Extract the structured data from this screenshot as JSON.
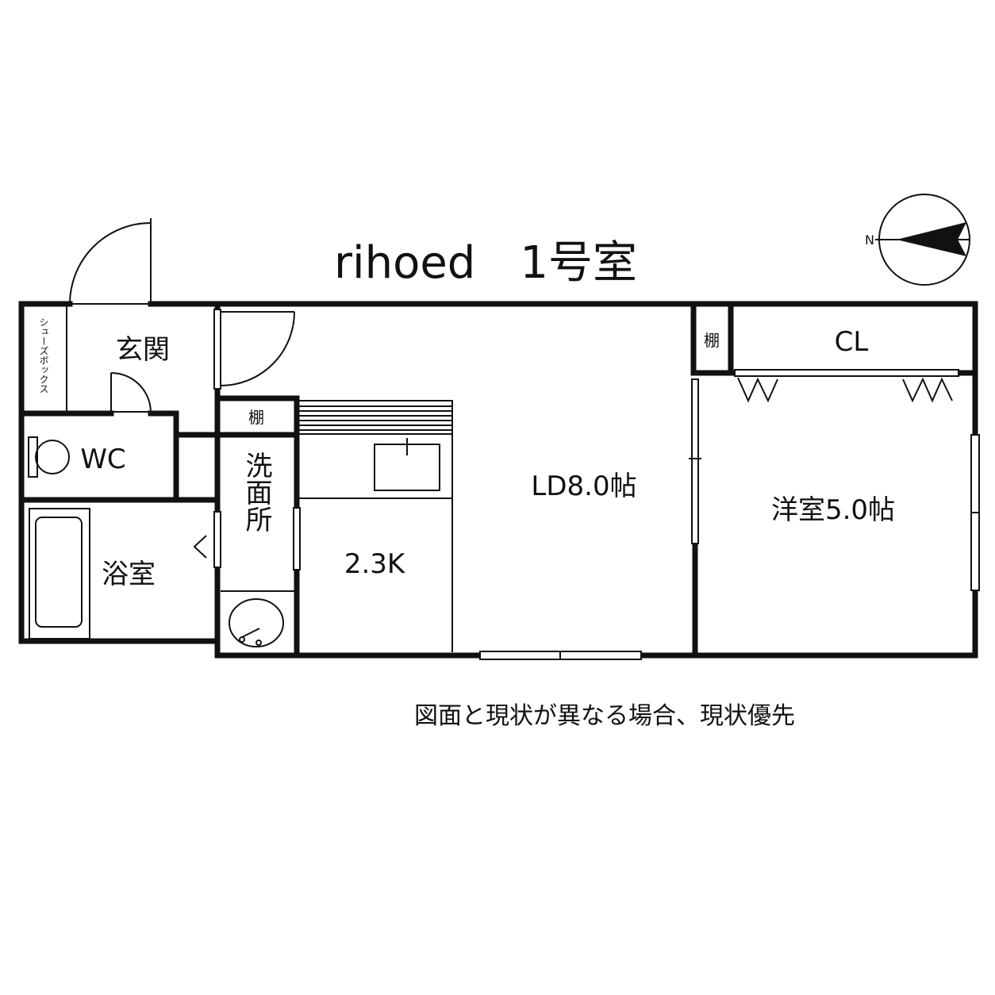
{
  "title": "rihoed　1号室",
  "compass": {
    "north_label": "N",
    "direction": "left"
  },
  "rooms": {
    "shoe_box": "シューズボックス",
    "entrance": "玄関",
    "wc": "WC",
    "bath": "浴室",
    "washroom": "洗面所",
    "kitchen": "2.3K",
    "living_dining": "LD8.0帖",
    "western_room": "洋室5.0帖",
    "closet": "CL",
    "shelf_upper": "棚",
    "shelf_lower": "棚"
  },
  "note": "図面と現状が異なる場合、現状優先"
}
